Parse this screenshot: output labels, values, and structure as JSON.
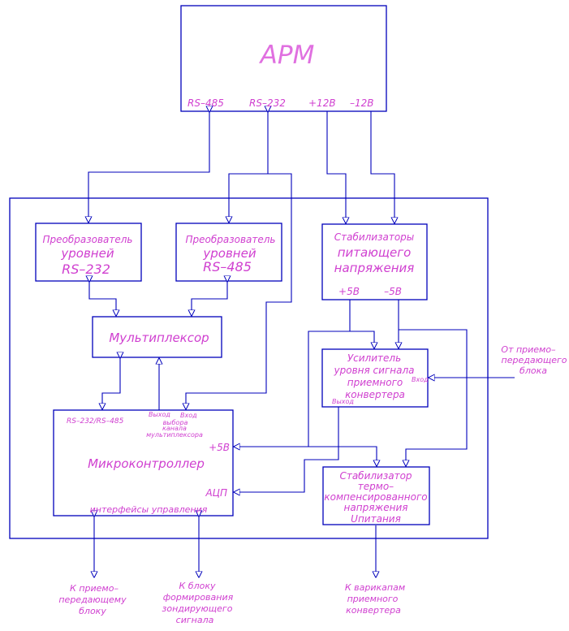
{
  "arm": {
    "title": "АРМ",
    "ports": [
      "RS–485",
      "RS–232",
      "+12В",
      "–12В"
    ]
  },
  "conv232": {
    "lines": [
      "Преобразователь",
      "уровней",
      "RS–232"
    ]
  },
  "conv485": {
    "lines": [
      "Преобразователь",
      "уровней",
      "RS–485"
    ]
  },
  "stabilizers": {
    "lines": [
      "Стабилизаторы",
      "питающего",
      "напряжения"
    ],
    "outputs": [
      "+5В",
      "–5В"
    ]
  },
  "multiplexer": {
    "title": "Мультиплексор"
  },
  "amplifier": {
    "lines": [
      "Усилитель",
      "уровня сигнала",
      "приемного",
      "конвертера"
    ],
    "input": "Вход",
    "output": "Выход"
  },
  "microcontroller": {
    "title": "Микроконтроллер",
    "port_rs": "RS–232/RS–485",
    "port_out": "Выход",
    "port_in": "Вход",
    "port_out_desc": [
      "выбора",
      "канала",
      "мультиплексора"
    ],
    "port_5v": "+5В",
    "port_adc": "АЦП",
    "port_ctrl": "интерфейсы управления"
  },
  "thermostab": {
    "lines": [
      "Стабилизатор",
      "термо–",
      "компенсированного",
      "напряжения",
      "Uпитания"
    ]
  },
  "ext": {
    "from_transceiver": [
      "От приемо–",
      "передающего",
      "блока"
    ],
    "to_transceiver": [
      "К приемо–",
      "передающему",
      "блоку"
    ],
    "to_sounding": [
      "К блоку",
      "формирования",
      "зондирующего",
      "сигнала"
    ],
    "to_varicaps": [
      "К варикапам",
      "приемного",
      "конвертера"
    ]
  },
  "colors": {
    "line": "#0000bb",
    "text": "#d040d0",
    "background": "#ffffff"
  }
}
